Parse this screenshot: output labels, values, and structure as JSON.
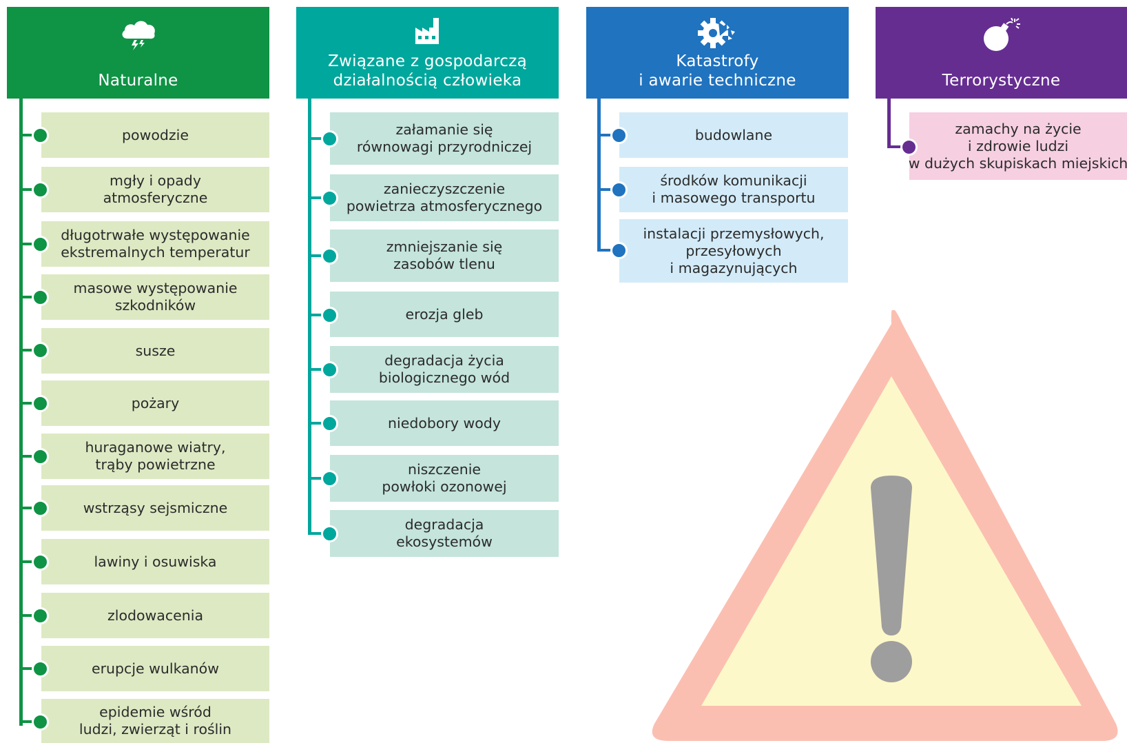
{
  "colors": {
    "natural": "#0f9345",
    "natural_item": "#dde9c3",
    "economic": "#00a79c",
    "economic_item": "#c4e4dc",
    "technical": "#1f73bf",
    "technical_item": "#d3ebf8",
    "terror": "#662d91",
    "terror_item": "#f6cfe1",
    "warning_outer": "#fbbfb1",
    "warning_inner": "#fdf8c9",
    "warning_mark": "#9e9e9e"
  },
  "columns": [
    {
      "key": "natural",
      "icon": "storm-cloud-icon",
      "title": "Naturalne",
      "items": [
        "powodzie",
        "mgły i opady\natmosferyczne",
        "długotrwałe występowanie\nekstremalnych temperatur",
        "masowe występowanie\nszkodników",
        "susze",
        "pożary",
        "huraganowe wiatry,\ntrąby powietrzne",
        "wstrząsy sejsmiczne",
        "lawiny i osuwiska",
        "zlodowacenia",
        "erupcje wulkanów",
        "epidemie wśród\nludzi, zwierząt i roślin"
      ]
    },
    {
      "key": "economic",
      "icon": "factory-icon",
      "title": "Związane z gospodarczą\ndziałalnością człowieka",
      "items": [
        "załamanie się\nrównowagi przyrodniczej",
        "zanieczyszczenie\npowietrza atmosferycznego",
        "zmniejszanie się\nzasobów tlenu",
        "erozja gleb",
        "degradacja życia\nbiologicznego wód",
        "niedobory wody",
        "niszczenie\npowłoki ozonowej",
        "degradacja\nekosystemów"
      ]
    },
    {
      "key": "technical",
      "icon": "broken-gear-icon",
      "title": "Katastrofy\ni awarie techniczne",
      "items": [
        "budowlane",
        "środków komunikacji\ni masowego transportu",
        "instalacji przemysłowych,\nprzesyłowych\ni magazynujących"
      ]
    },
    {
      "key": "terror",
      "icon": "bomb-icon",
      "title": "Terrorystyczne",
      "items": [
        "zamachy na życie\ni zdrowie ludzi\nw dużych skupiskach miejskich"
      ]
    }
  ],
  "warning_sign": {
    "icon": "warning-triangle-icon"
  }
}
